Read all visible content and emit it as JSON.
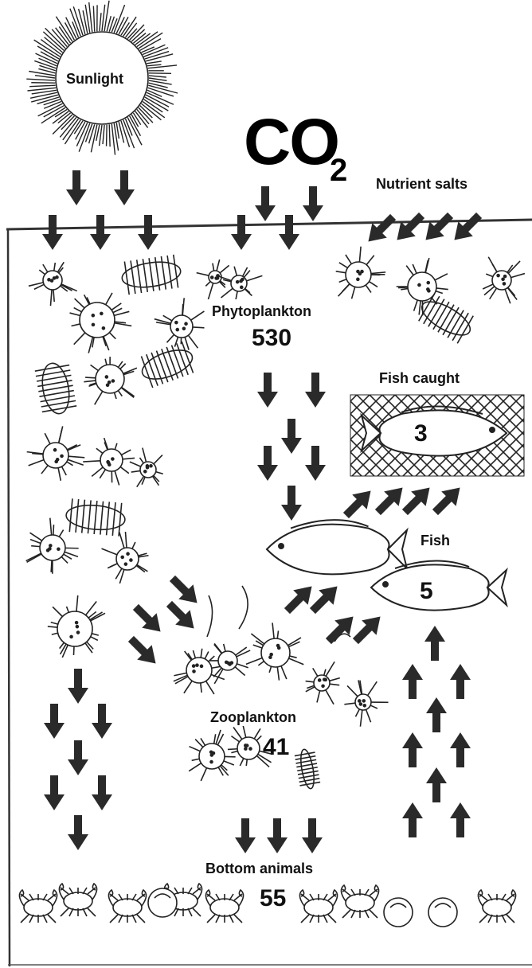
{
  "labels": {
    "sunlight": "Sunlight",
    "co2_main": "CO",
    "co2_sub": "2",
    "nutrient_salts": "Nutrient salts",
    "phytoplankton": "Phytoplankton",
    "phytoplankton_value": "530",
    "fish_caught": "Fish caught",
    "fish_caught_value": "3",
    "fish": "Fish",
    "fish_value": "5",
    "zooplankton": "Zooplankton",
    "zooplankton_value": "41",
    "bottom_animals": "Bottom animals",
    "bottom_animals_value": "55"
  },
  "colors": {
    "arrow": "#2a2a2a",
    "ink": "#111111",
    "background": "#ffffff"
  }
}
